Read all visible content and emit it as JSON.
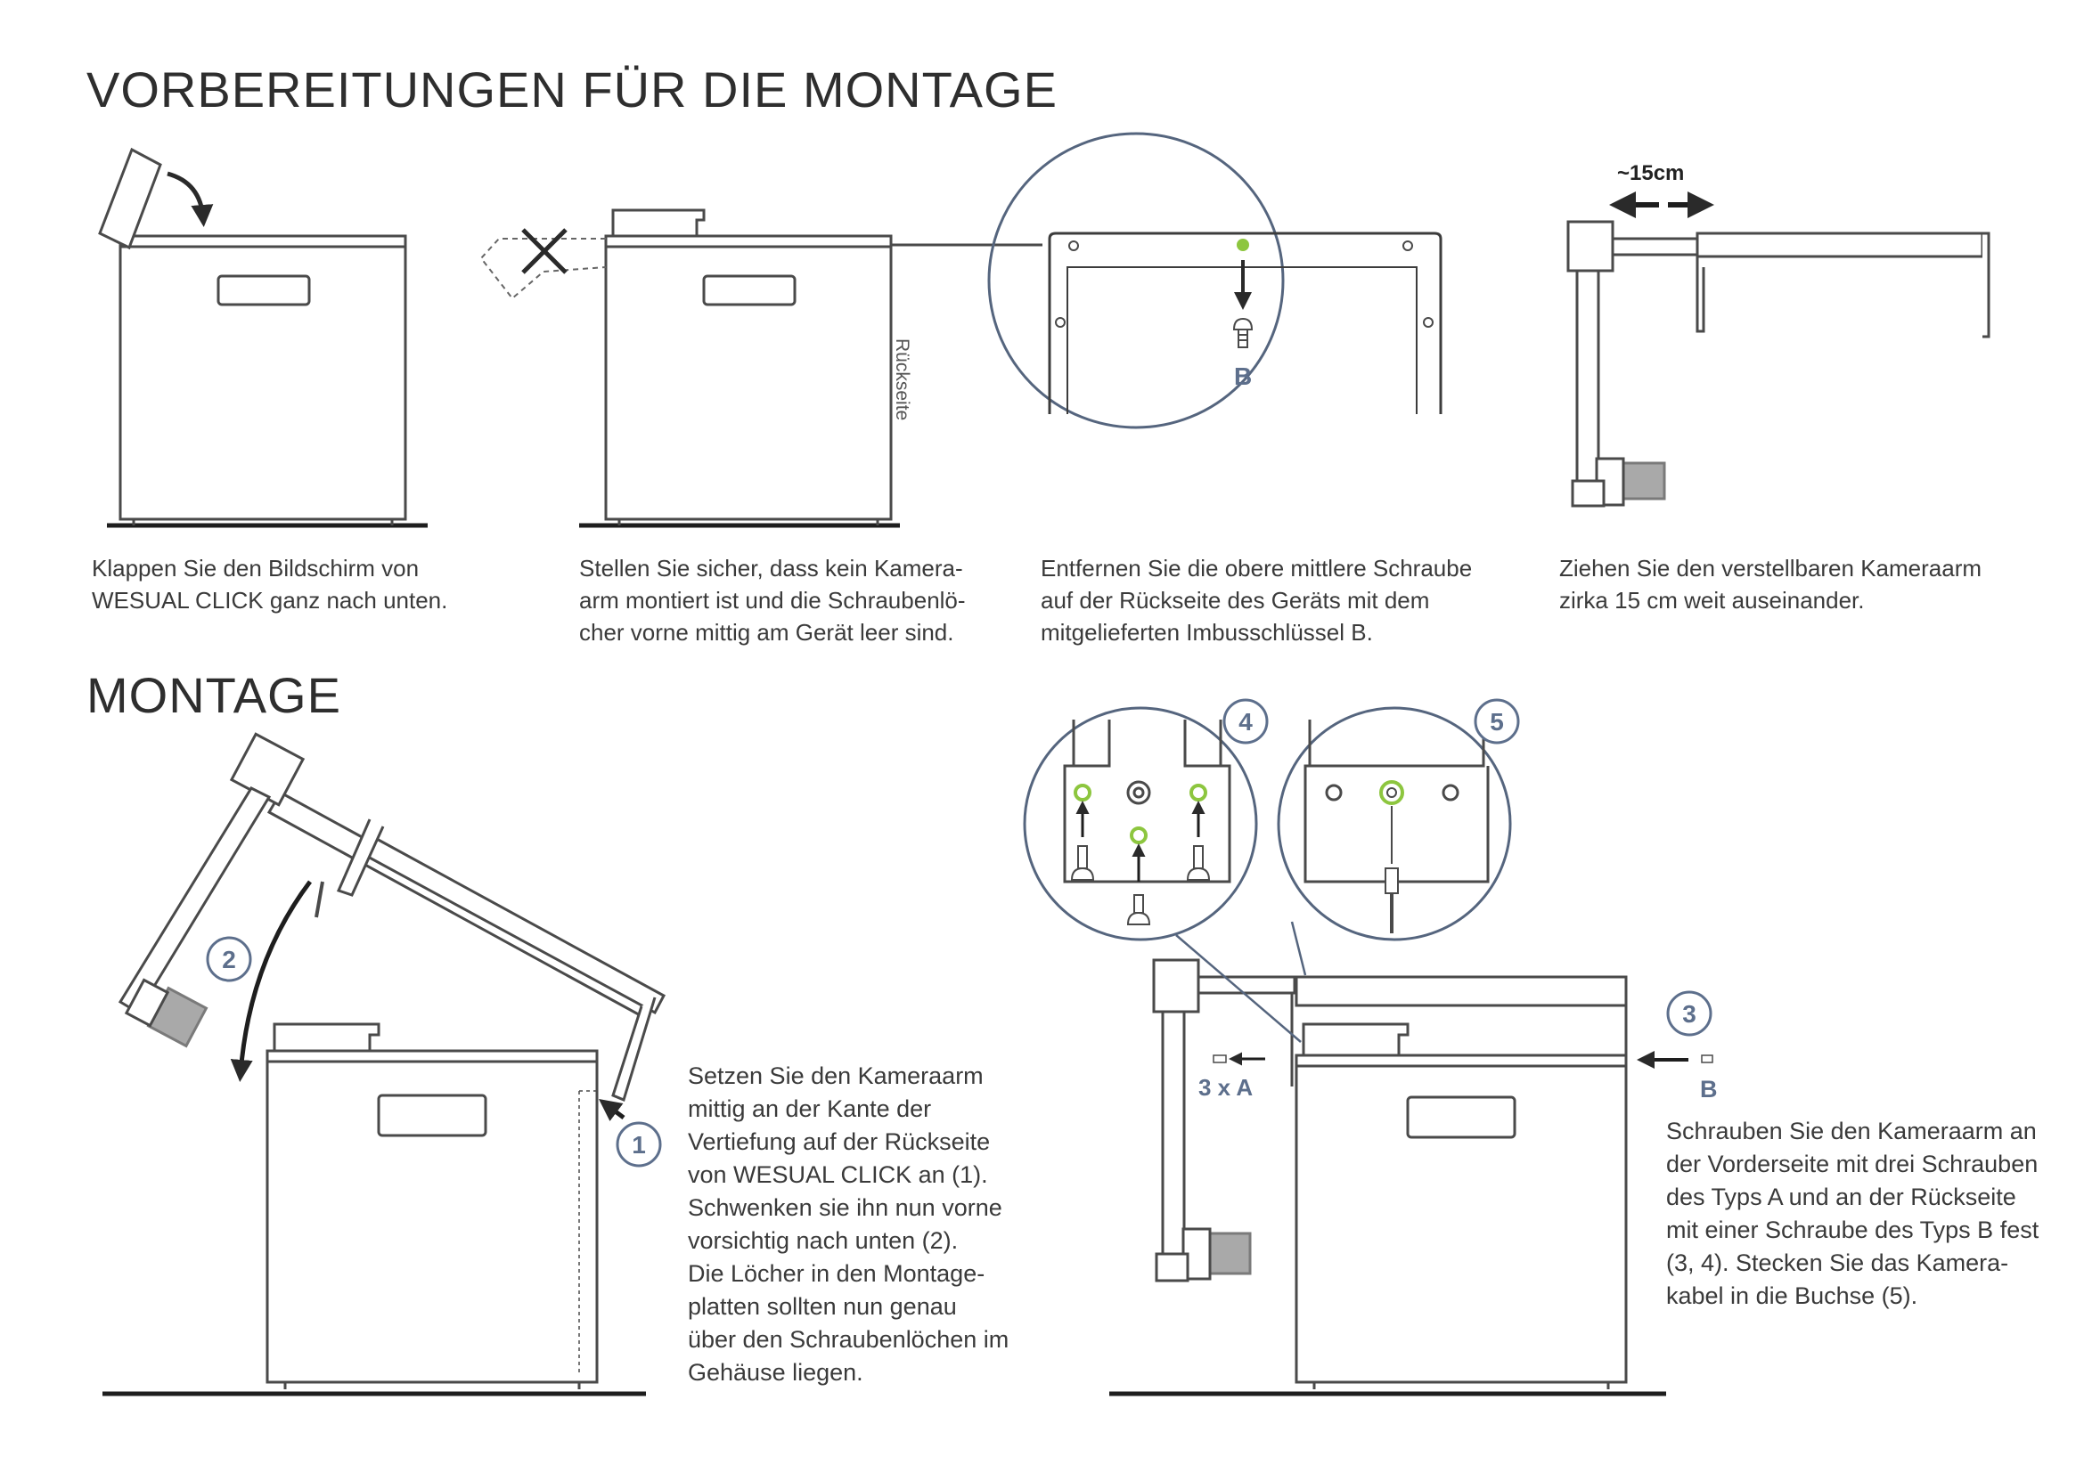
{
  "headings": {
    "prep": "VORBEREITUNGEN FÜR DIE MONTAGE",
    "montage": "MONTAGE"
  },
  "steps": [
    {
      "lines": [
        "Klappen Sie den Bildschirm von",
        "WESUAL CLICK ganz nach unten."
      ]
    },
    {
      "lines": [
        "Stellen Sie sicher, dass kein Kamera-",
        "arm montiert ist und die Schraubenlö-",
        "cher vorne mittig am Gerät leer sind."
      ]
    },
    {
      "lines": [
        "Entfernen Sie die obere mittlere Schraube",
        "auf der Rückseite des Geräts mit dem",
        "mitgelieferten Imbusschlüssel B."
      ]
    },
    {
      "lines": [
        "Ziehen Sie den verstellbaren Kameraarm",
        "zirka 15 cm weit auseinander."
      ]
    }
  ],
  "montage_texts": [
    {
      "lines": [
        "Setzen Sie den Kameraarm",
        "mittig an der Kante der",
        "Vertiefung auf der Rückseite",
        "von WESUAL CLICK an (1).",
        "Schwenken sie ihn nun vorne",
        "vorsichtig nach unten (2).",
        "Die Löcher in den Montage-",
        "platten sollten nun genau",
        "über den Schraubenlöchen im",
        "Gehäuse liegen."
      ]
    },
    {
      "lines": [
        "Schrauben Sie den Kameraarm an",
        "der Vorderseite mit drei Schrauben",
        "des Typs A und an der Rückseite",
        "mit einer Schraube des Typs B fest",
        "(3, 4). Stecken Sie das Kamera-",
        "kabel in die Buchse (5)."
      ]
    }
  ],
  "labels": {
    "rueckseite": "Rückseite",
    "b_detail": "B",
    "distance": "~15cm",
    "three_a": "3 x A",
    "b_back": "B"
  },
  "badges": [
    "1",
    "2",
    "3",
    "4",
    "5"
  ],
  "colors": {
    "line": "#4a4a4a",
    "accent": "#5d6f8c",
    "green": "#8dc63f",
    "camera": "#a9a9a9"
  }
}
